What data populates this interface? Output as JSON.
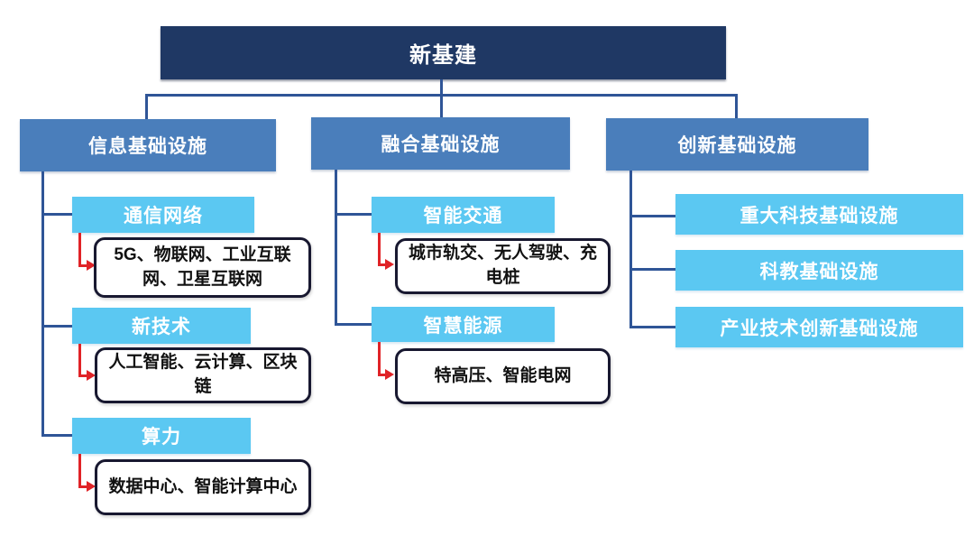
{
  "title": "新基建",
  "colors": {
    "root_fill": "#1F3864",
    "branch_fill": "#4A7EBB",
    "leaf_fill": "#5BC8F2",
    "connector_line": "#2F5597",
    "arrow_red": "#E02327",
    "detail_border": "#181830",
    "text_on_blue": "#FFFFFF",
    "detail_text": "#111111"
  },
  "branches": [
    {
      "label": "信息基础设施",
      "children": [
        {
          "label": "通信网络",
          "detail": "5G、物联网、工业互联网、卫星互联网"
        },
        {
          "label": "新技术",
          "detail": "人工智能、云计算、区块链"
        },
        {
          "label": "算力",
          "detail": "数据中心、智能计算中心"
        }
      ]
    },
    {
      "label": "融合基础设施",
      "children": [
        {
          "label": "智能交通",
          "detail": "城市轨交、无人驾驶、充电桩"
        },
        {
          "label": "智慧能源",
          "detail": "特高压、智能电网"
        }
      ]
    },
    {
      "label": "创新基础设施",
      "children": [
        {
          "label": "重大科技基础设施"
        },
        {
          "label": "科教基础设施"
        },
        {
          "label": "产业技术创新基础设施"
        }
      ]
    }
  ]
}
